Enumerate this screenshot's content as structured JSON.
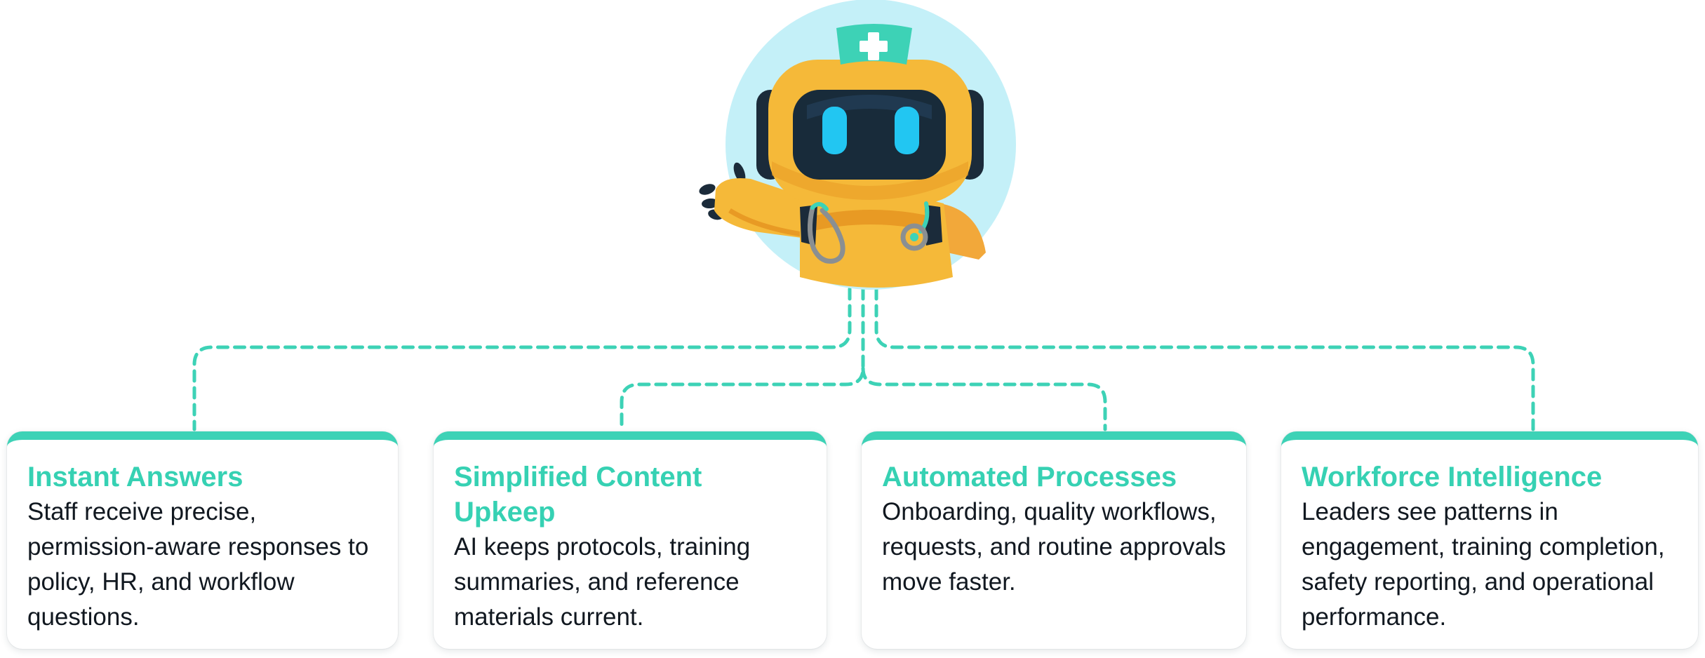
{
  "colors": {
    "accent": "#3dd2b6",
    "title_text": "#36d1b3",
    "body_text": "#111820",
    "robot_body": "#f5b939",
    "robot_visor": "#182b3a",
    "robot_eyes": "#22c6f2",
    "halo": "#c4f0f8"
  },
  "icons": {
    "mascot": "robot-nurse-mascot",
    "cap_symbol": "medical-cross"
  },
  "cards": [
    {
      "title": "Instant Answers",
      "text": "Staff receive precise, permission-aware responses to policy, HR, and workflow questions."
    },
    {
      "title": "Simplified Content Upkeep",
      "text": "AI keeps protocols, training summaries, and reference materials current."
    },
    {
      "title": "Automated Processes",
      "text": "Onboarding, quality workflows, requests, and routine approvals move faster."
    },
    {
      "title": "Workforce Intelligence",
      "text": "Leaders see patterns in engagement, training completion, safety reporting, and operational performance."
    }
  ]
}
